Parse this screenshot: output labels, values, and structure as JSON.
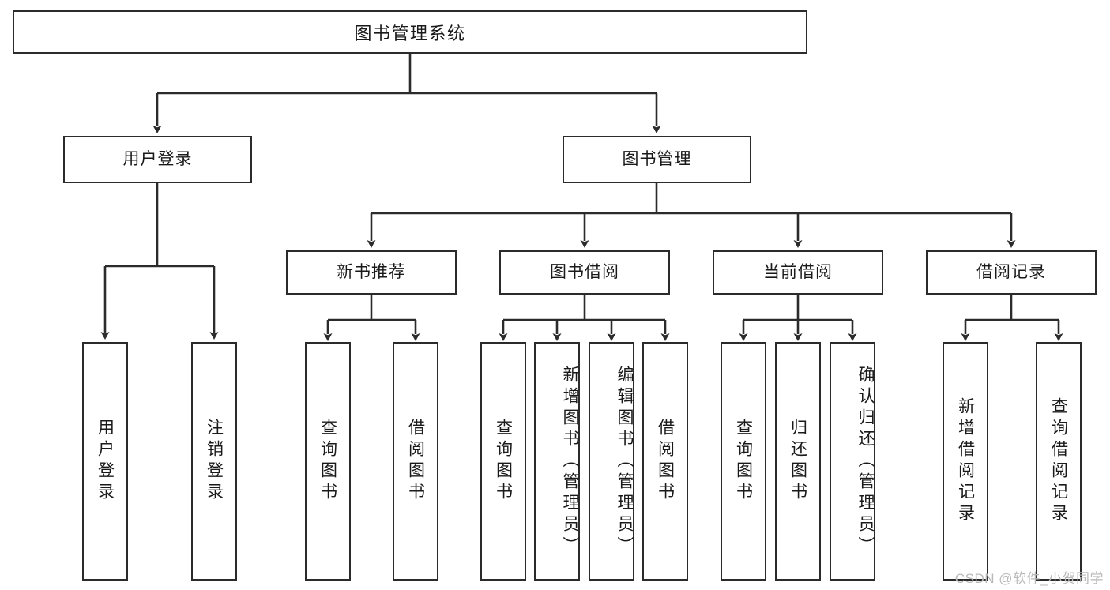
{
  "diagram": {
    "type": "tree-hierarchy",
    "title": "图书管理系统",
    "watermark": "CSDN @软件_小贺同学",
    "colors": {
      "stroke": "#2b2b2b",
      "fill": "#ffffff",
      "text": "#1a1a1a",
      "watermark": "#b9b9b9"
    },
    "nodes": {
      "root": "图书管理系统",
      "level1": [
        "用户登录",
        "图书管理"
      ],
      "level2": [
        "新书推荐",
        "图书借阅",
        "当前借阅",
        "借阅记录"
      ],
      "leaves": {
        "user_login": [
          "用户登录",
          "注销登录"
        ],
        "new_book_recommend": [
          "查询图书",
          "借阅图书"
        ],
        "book_borrow": [
          "查询图书",
          "新增图书（管理员）",
          "编辑图书（管理员）",
          "借阅图书"
        ],
        "current_borrow": [
          "查询图书",
          "归还图书",
          "确认归还（管理员）"
        ],
        "borrow_record": [
          "新增借阅记录",
          "查询借阅记录"
        ]
      }
    }
  }
}
